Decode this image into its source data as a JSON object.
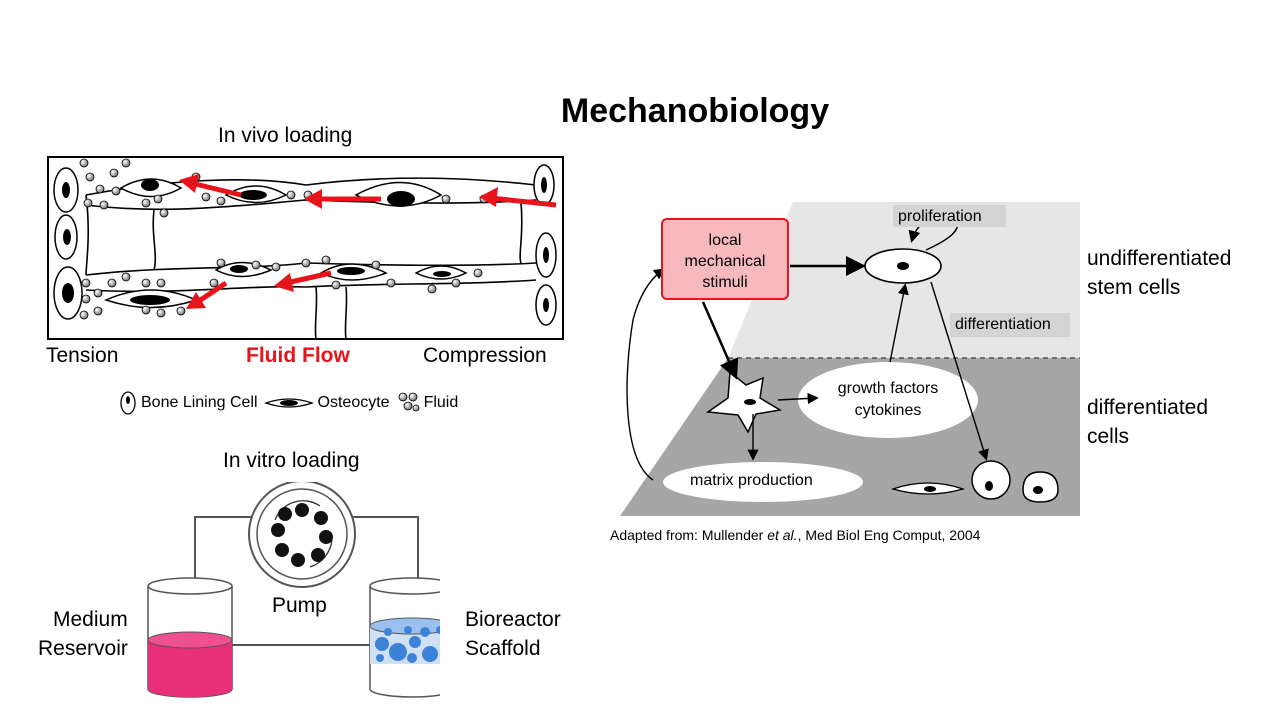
{
  "title": "Mechanobiology",
  "in_vivo": {
    "heading": "In vivo loading",
    "tension": "Tension",
    "fluid_flow": "Fluid Flow",
    "compression": "Compression",
    "legend": {
      "bone_lining_cell": "Bone Lining Cell",
      "osteocyte": "Osteocyte",
      "fluid": "Fluid"
    },
    "colors": {
      "flow_arrow": "#e8141b",
      "fluid_flow_text": "#e8141b"
    }
  },
  "in_vitro": {
    "heading": "In vitro loading",
    "pump": "Pump",
    "medium_reservoir": [
      "Medium",
      "Reservoir"
    ],
    "bioreactor_scaffold": [
      "Bioreactor",
      "Scaffold"
    ],
    "colors": {
      "medium": "#e8307a",
      "scaffold": "#3d82d8"
    }
  },
  "mechano_diagram": {
    "stimuli_box": [
      "local",
      "mechanical",
      "stimuli"
    ],
    "proliferation": "proliferation",
    "differentiation": "differentiation",
    "growth_factors": [
      "growth factors",
      "cytokines"
    ],
    "matrix_production": "matrix production",
    "undifferentiated": [
      "undifferentiated",
      "stem cells"
    ],
    "differentiated": [
      "differentiated",
      "cells"
    ],
    "colors": {
      "stimuli_fill": "#f7b9bd",
      "stimuli_border": "#e8141b",
      "upper_plane": "#e6e6e6",
      "lower_plane": "#a6a6a6"
    }
  },
  "citation": {
    "prefix": "Adapted from: Mullender ",
    "italic": "et al.",
    "suffix": ", Med Biol Eng Comput, 2004"
  }
}
